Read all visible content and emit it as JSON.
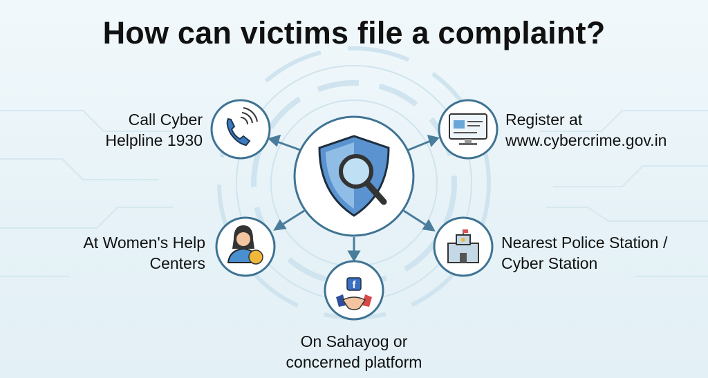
{
  "title": "How can victims file a complaint?",
  "center": {
    "icon": "shield-magnifier-icon"
  },
  "nodes": [
    {
      "id": "helpline",
      "icon": "phone-icon",
      "lines": [
        "Call Cyber",
        "Helpline 1930"
      ]
    },
    {
      "id": "portal",
      "icon": "computer-monitor-icon",
      "lines": [
        "Register at",
        "www.cybercrime.gov.in"
      ]
    },
    {
      "id": "women",
      "icon": "woman-helper-icon",
      "lines": [
        "At Women's Help",
        "Centers"
      ]
    },
    {
      "id": "police",
      "icon": "police-station-icon",
      "lines": [
        "Nearest Police Station /",
        "Cyber Station"
      ]
    },
    {
      "id": "sahayog",
      "icon": "handshake-facebook-icon",
      "lines": [
        "On Sahayog or",
        "concerned platform"
      ]
    }
  ],
  "colors": {
    "accent": "#3f7393",
    "shield": "#4a86c5",
    "background": "#eaf4f8"
  }
}
